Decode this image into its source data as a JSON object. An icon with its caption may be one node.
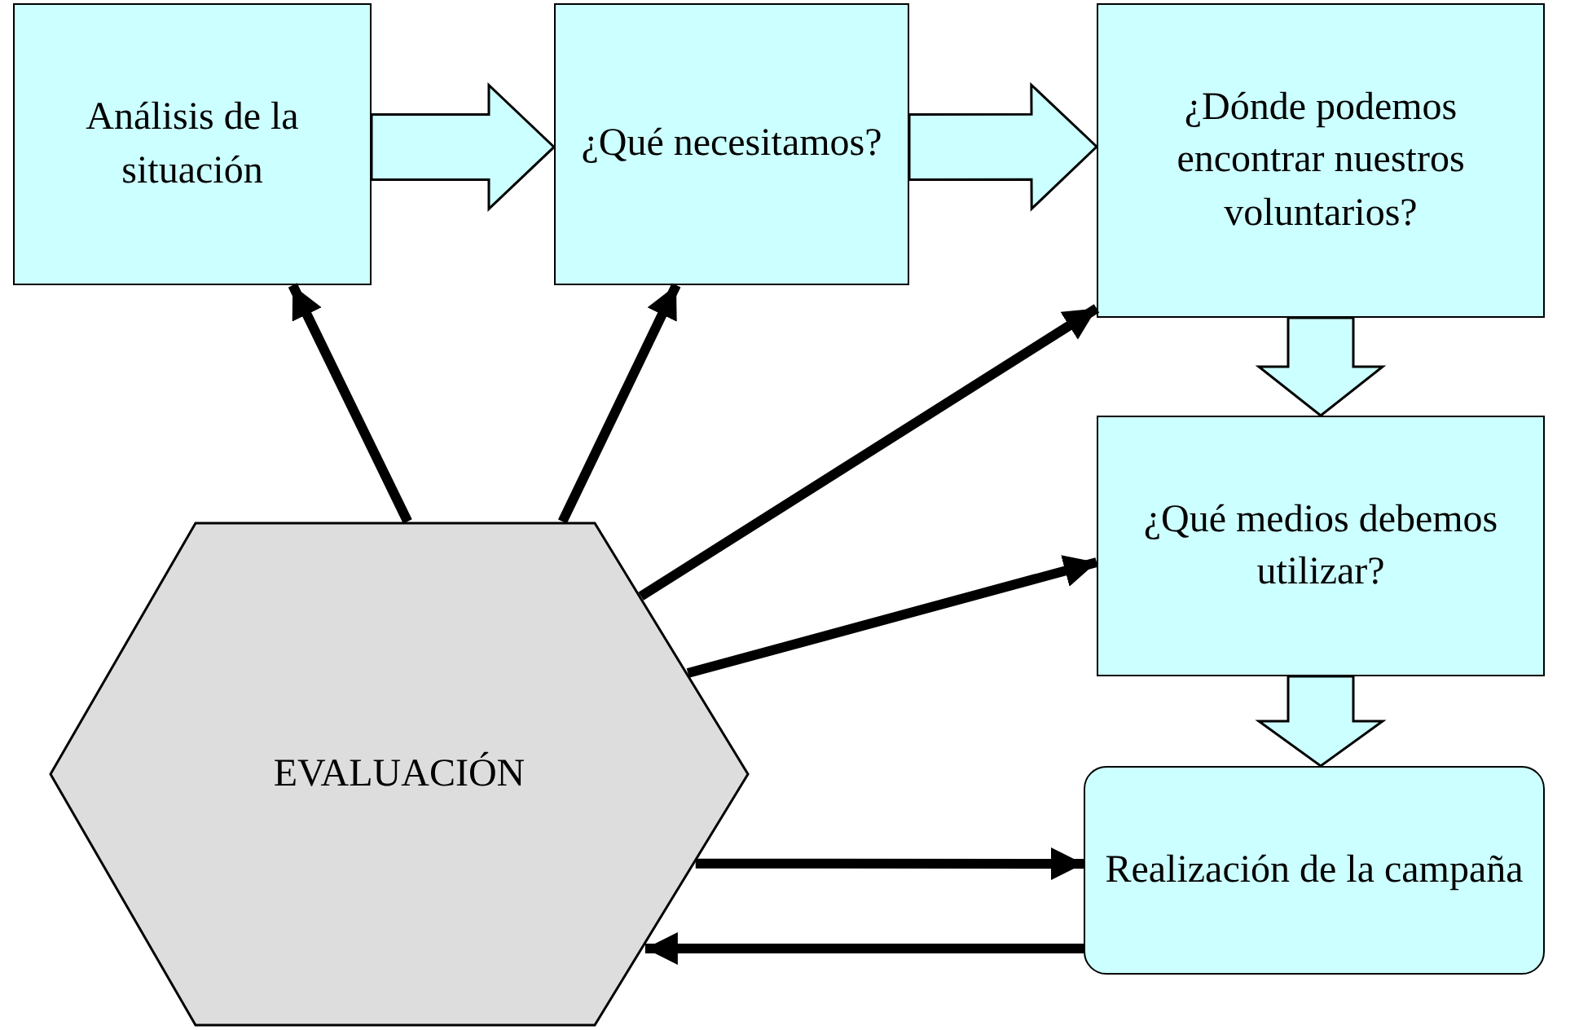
{
  "diagram": {
    "nodes": [
      {
        "text": [
          "Análisis de la situación"
        ]
      },
      {
        "text": [
          "¿Qué necesitamos?"
        ]
      },
      {
        "text": [
          "¿Dónde podemos encontrar nuestros voluntarios?"
        ]
      },
      {
        "text": [
          "¿Qué medios debemos utilizar?"
        ]
      },
      {
        "text": [
          "Realización de la campaña"
        ]
      },
      {
        "text": [
          "EVALUACIÓN"
        ]
      }
    ],
    "edges": [
      {
        "from": 0,
        "to": 1,
        "arrow": "to",
        "style": "thick"
      },
      {
        "from": 1,
        "to": 2,
        "arrow": "to",
        "style": "thick"
      },
      {
        "from": 2,
        "to": 3,
        "arrow": "to",
        "style": "thick"
      },
      {
        "from": 3,
        "to": 4,
        "arrow": "to",
        "style": "thick"
      },
      {
        "from": 5,
        "to": 0,
        "arrow": "to"
      },
      {
        "from": 5,
        "to": 1,
        "arrow": "to"
      },
      {
        "from": 5,
        "to": 2,
        "arrow": "to"
      },
      {
        "from": 5,
        "to": 3,
        "arrow": "to"
      },
      {
        "from": 5,
        "to": 4,
        "arrow": "to"
      },
      {
        "from": 4,
        "to": 5,
        "arrow": "to"
      }
    ]
  }
}
